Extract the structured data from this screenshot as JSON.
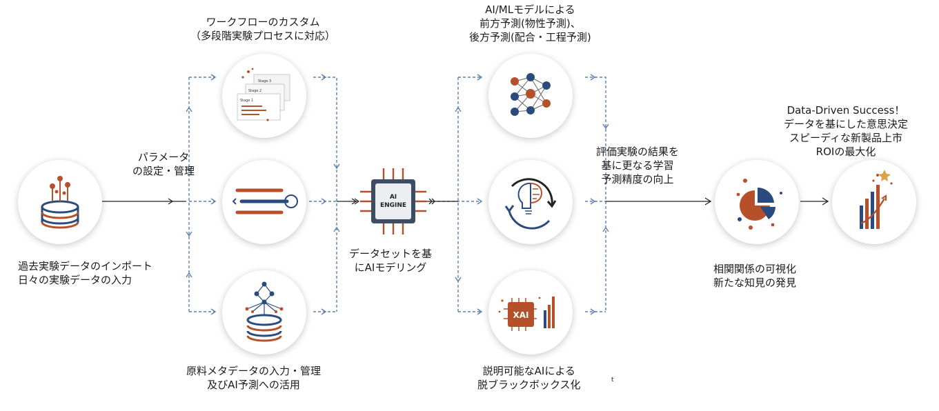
{
  "colors": {
    "navy": "#2b4a7e",
    "rust": "#b5502a",
    "dash": "#5a7fb0",
    "solid": "#222222"
  },
  "labels": {
    "import": [
      "過去実験データのインポート",
      "日々の実験データの入力"
    ],
    "params": [
      "パラメータ",
      "の設定・管理"
    ],
    "workflow": [
      "ワークフローのカスタム",
      "（多段階実験プロセスに対応）"
    ],
    "material": [
      "原料メタデータの入力・管理",
      "及びAI予測への活用"
    ],
    "dataset": [
      "データセットを基",
      "にAIモデリング"
    ],
    "aiml": [
      "AI/MLモデルによる",
      "前方予測(物性予測)、",
      "後方予測(配合・工程予測)"
    ],
    "xai": [
      "説明可能なAIによる",
      "脱ブラックボックス化"
    ],
    "feedback": [
      "評価実験の結果を",
      "基に更なる学習",
      "予測精度の向上"
    ],
    "visualize": [
      "相関関係の可視化",
      "新たな知見の発見"
    ],
    "success": [
      "Data-Driven Success！",
      "データを基にした意思決定",
      "スピーディな新製品上市",
      "ROIの最大化"
    ]
  },
  "icons": {
    "engine_text": [
      "AI",
      "ENGINE"
    ],
    "xai_text": "XAI",
    "stages": [
      "Stage 3",
      "Stage 2",
      "Stage 1"
    ],
    "stray_mark": "t"
  }
}
